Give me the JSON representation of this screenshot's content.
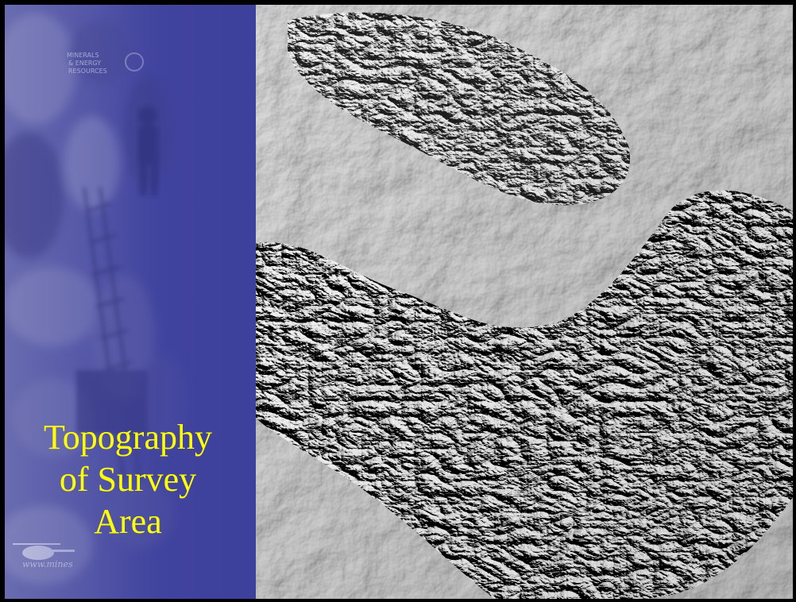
{
  "slide": {
    "title_lines": [
      "Topography",
      "of Survey",
      "Area"
    ],
    "title_color": "#ffff00",
    "panel_color": "#4446a0",
    "background_color": "#000000"
  },
  "left_panel": {
    "collage_text_1": "MINERALS",
    "collage_text_2": "& ENERGY",
    "collage_text_3": "RESOURCES",
    "collage_url_fragment": "www.mines"
  },
  "map": {
    "icon": "hillshade-relief-map",
    "style": "grayscale shaded relief"
  }
}
